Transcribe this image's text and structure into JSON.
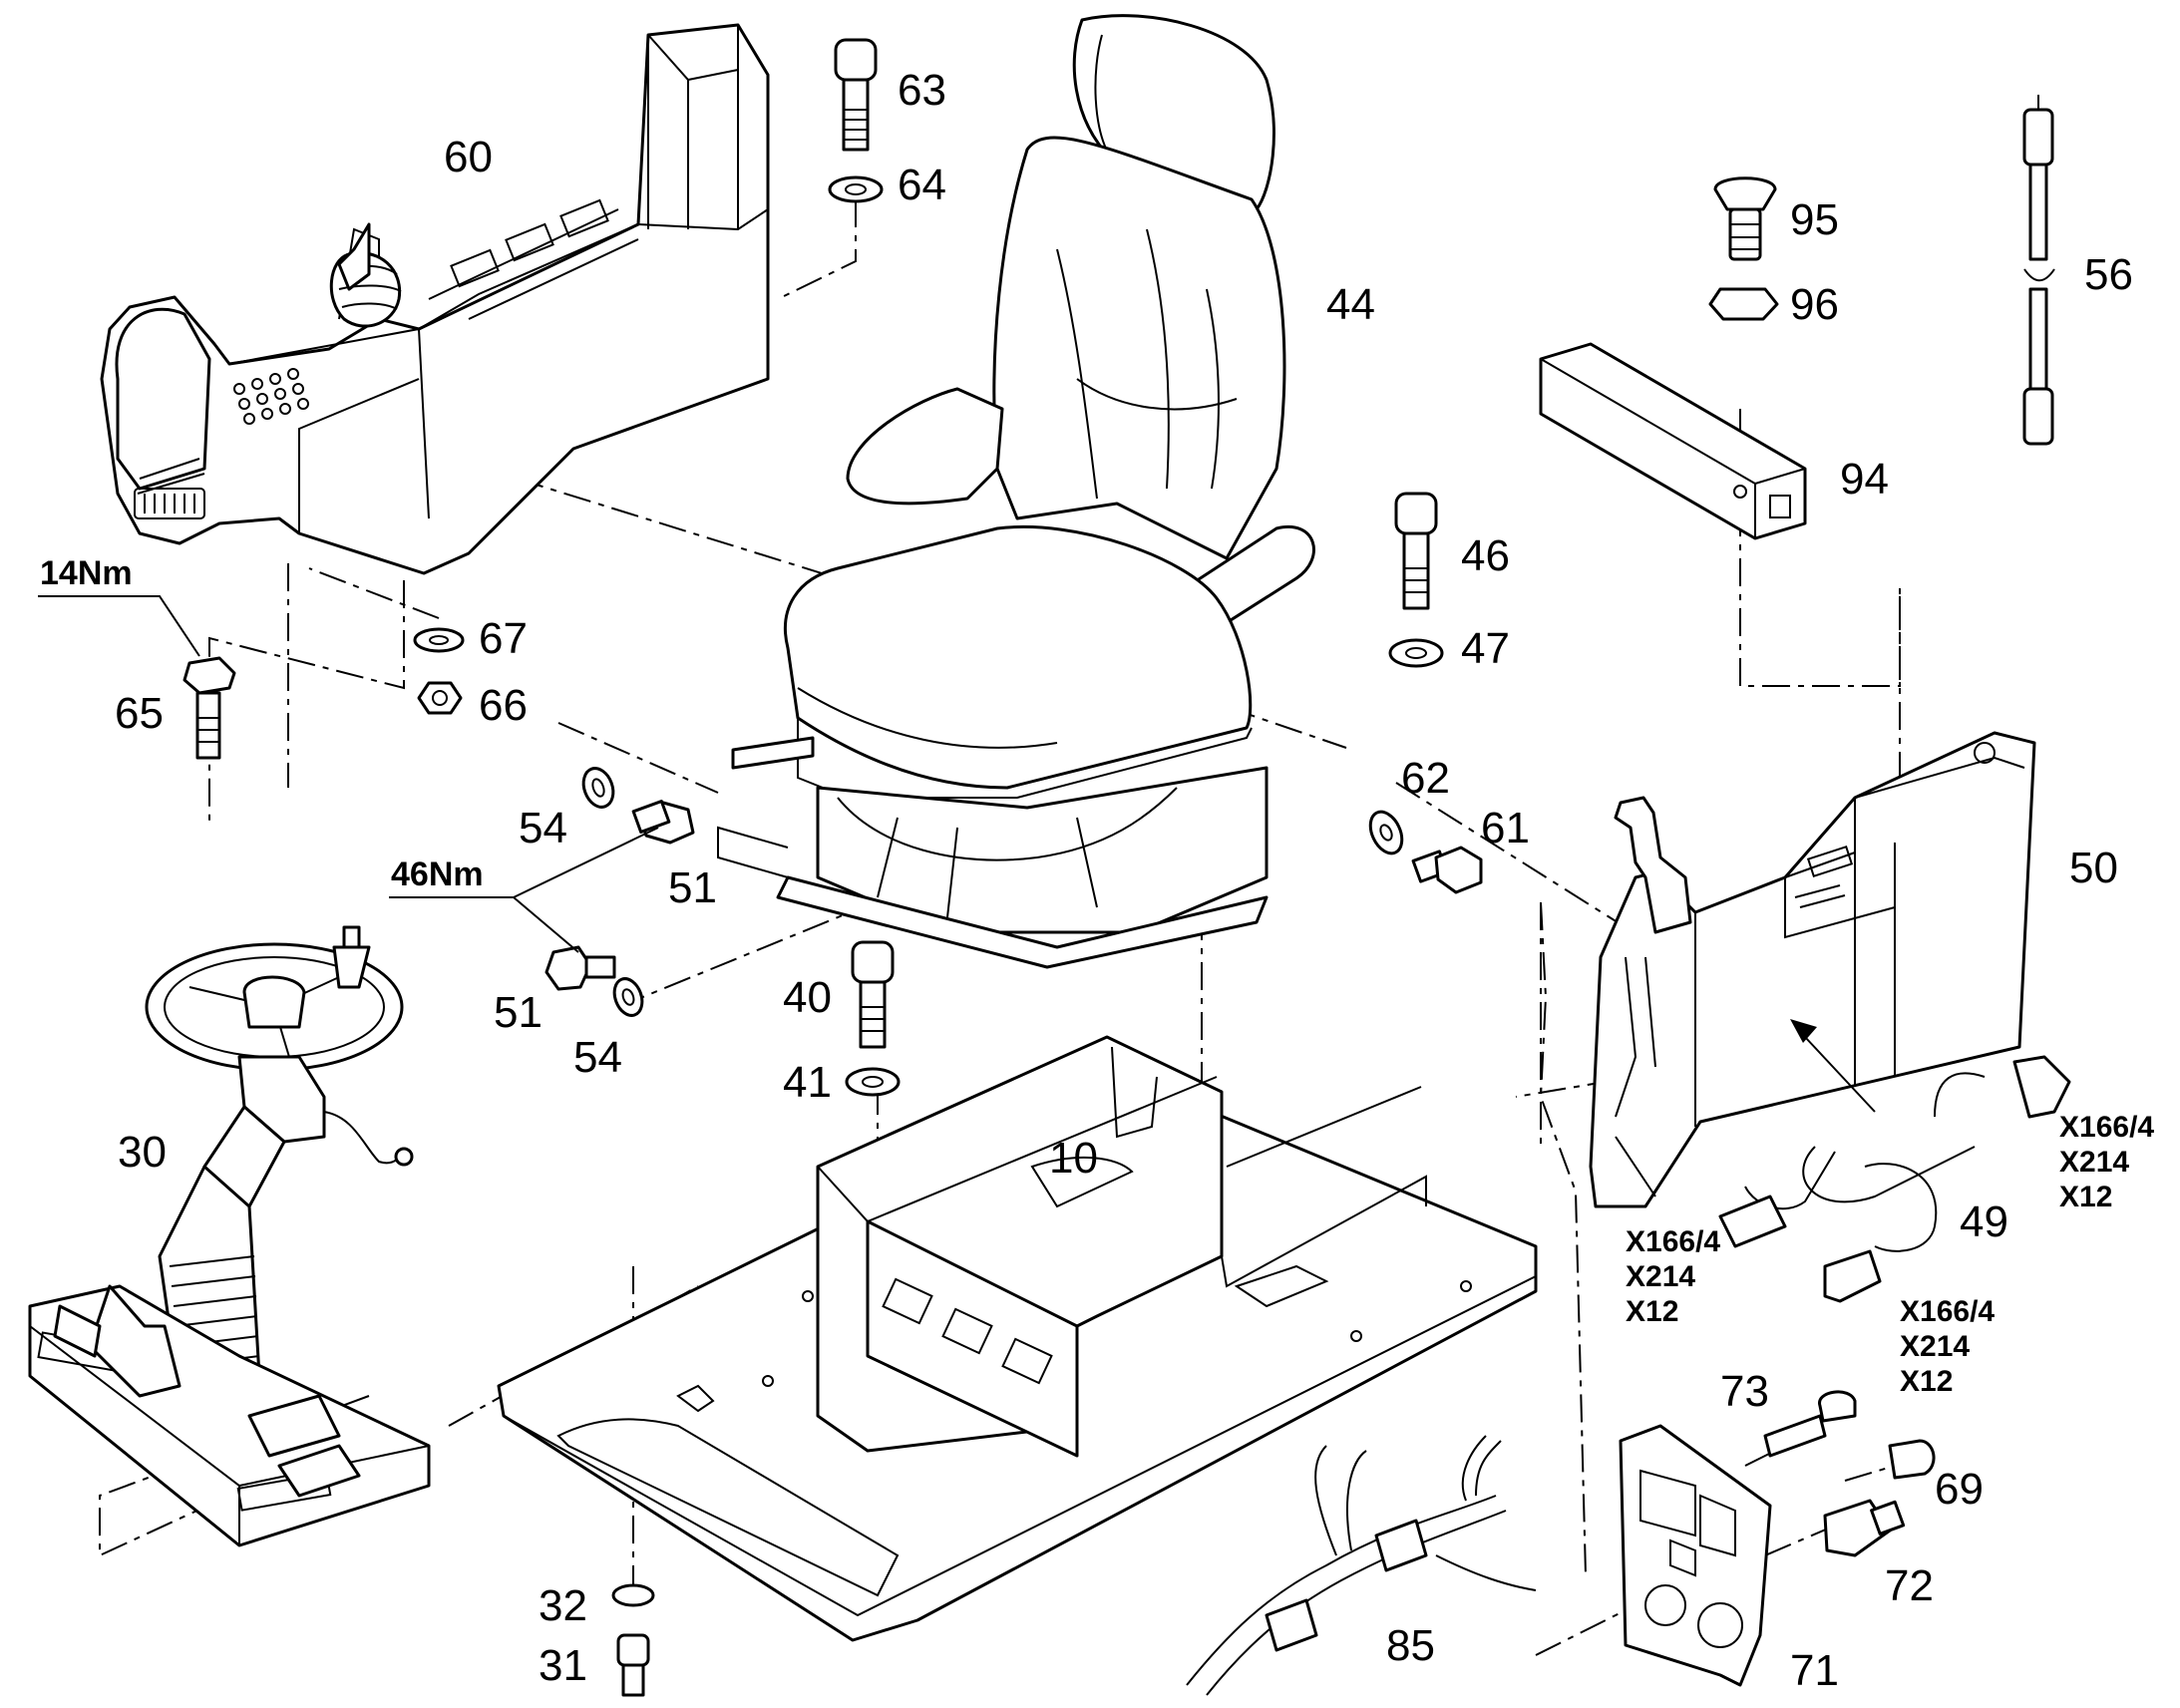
{
  "parts": [
    {
      "id": "p10",
      "label": "10"
    },
    {
      "id": "p30",
      "label": "30"
    },
    {
      "id": "p31",
      "label": "31"
    },
    {
      "id": "p32",
      "label": "32"
    },
    {
      "id": "p40",
      "label": "40"
    },
    {
      "id": "p41",
      "label": "41"
    },
    {
      "id": "p44",
      "label": "44"
    },
    {
      "id": "p46",
      "label": "46"
    },
    {
      "id": "p47",
      "label": "47"
    },
    {
      "id": "p49",
      "label": "49"
    },
    {
      "id": "p50",
      "label": "50"
    },
    {
      "id": "p51a",
      "label": "51"
    },
    {
      "id": "p51b",
      "label": "51"
    },
    {
      "id": "p54a",
      "label": "54"
    },
    {
      "id": "p54b",
      "label": "54"
    },
    {
      "id": "p56",
      "label": "56"
    },
    {
      "id": "p60",
      "label": "60"
    },
    {
      "id": "p61",
      "label": "61"
    },
    {
      "id": "p62",
      "label": "62"
    },
    {
      "id": "p63",
      "label": "63"
    },
    {
      "id": "p64",
      "label": "64"
    },
    {
      "id": "p65",
      "label": "65"
    },
    {
      "id": "p66",
      "label": "66"
    },
    {
      "id": "p67",
      "label": "67"
    },
    {
      "id": "p69",
      "label": "69"
    },
    {
      "id": "p71",
      "label": "71"
    },
    {
      "id": "p72",
      "label": "72"
    },
    {
      "id": "p73",
      "label": "73"
    },
    {
      "id": "p85",
      "label": "85"
    },
    {
      "id": "p94",
      "label": "94"
    },
    {
      "id": "p95",
      "label": "95"
    },
    {
      "id": "p96",
      "label": "96"
    }
  ],
  "torques": [
    {
      "id": "t14",
      "label": "14Nm"
    },
    {
      "id": "t46",
      "label": "46Nm"
    }
  ],
  "connectors": {
    "right": [
      "X166/4",
      "X214",
      "X12"
    ],
    "left": [
      "X166/4",
      "X214",
      "X12"
    ],
    "bottom": [
      "X166/4",
      "X214",
      "X12"
    ]
  }
}
